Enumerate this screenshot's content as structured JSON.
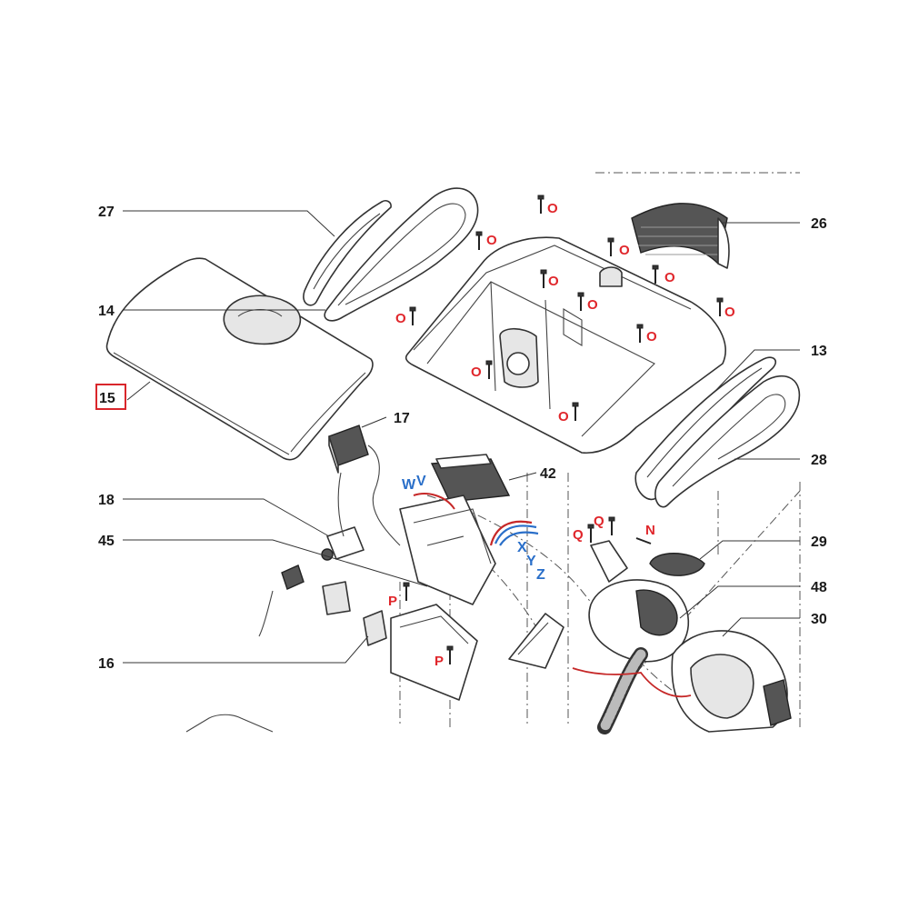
{
  "colors": {
    "callout_red": "#e0262b",
    "callout_blue": "#2a6fc9",
    "highlight_box": "#d9262b",
    "ink": "#1a1a1a"
  },
  "part_numbers": {
    "p27": "27",
    "p14": "14",
    "p15": "15",
    "p17": "17",
    "p18": "18",
    "p45": "45",
    "p16": "16",
    "p26": "26",
    "p13": "13",
    "p28": "28",
    "p42": "42",
    "p29": "29",
    "p48": "48",
    "p30": "30"
  },
  "highlighted_part": "15",
  "screw_letters": {
    "o": "O",
    "p": "P",
    "q": "Q",
    "n": "N"
  },
  "wire_letters": {
    "w": "W",
    "v": "V",
    "x": "X",
    "y": "Y",
    "z": "Z"
  }
}
